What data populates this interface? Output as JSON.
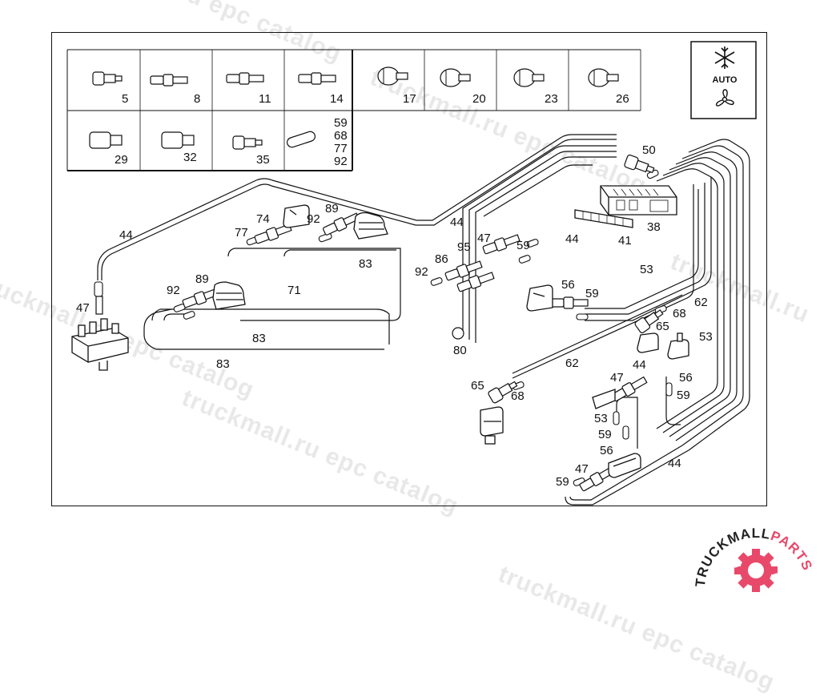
{
  "watermark": {
    "text": "truckmall.ru epc catalog",
    "short": "truckmall.ru",
    "tail": "ru epc catalog"
  },
  "logo": {
    "text_dark": "TRUCKMALL",
    "text_accent": "PARTS",
    "accent_color": "#e8496a",
    "dark_color": "#222222"
  },
  "climate_icon": {
    "label": "AUTO",
    "top_icon": "snowflake-icon",
    "bottom_icon": "fan-icon"
  },
  "legend": {
    "row1": [
      {
        "id": "5",
        "label": "5"
      },
      {
        "id": "8",
        "label": "8"
      },
      {
        "id": "11",
        "label": "11"
      },
      {
        "id": "14",
        "label": "14"
      },
      {
        "id": "17",
        "label": "17"
      },
      {
        "id": "20",
        "label": "20"
      },
      {
        "id": "23",
        "label": "23"
      },
      {
        "id": "26",
        "label": "26"
      }
    ],
    "row2": [
      {
        "id": "29",
        "label": "29"
      },
      {
        "id": "32",
        "label": "32"
      },
      {
        "id": "35",
        "label": "35"
      }
    ],
    "multi": [
      "59",
      "68",
      "77",
      "92"
    ]
  },
  "callouts": [
    {
      "id": "c50",
      "label": "50"
    },
    {
      "id": "c38",
      "label": "38"
    },
    {
      "id": "c41",
      "label": "41"
    },
    {
      "id": "c44a",
      "label": "44"
    },
    {
      "id": "c44b",
      "label": "44"
    },
    {
      "id": "c44c",
      "label": "44"
    },
    {
      "id": "c44d",
      "label": "44"
    },
    {
      "id": "c44e",
      "label": "44"
    },
    {
      "id": "c47a",
      "label": "47"
    },
    {
      "id": "c47b",
      "label": "47"
    },
    {
      "id": "c47c",
      "label": "47"
    },
    {
      "id": "c47d",
      "label": "47"
    },
    {
      "id": "c59a",
      "label": "59"
    },
    {
      "id": "c59b",
      "label": "59"
    },
    {
      "id": "c59c",
      "label": "59"
    },
    {
      "id": "c59d",
      "label": "59"
    },
    {
      "id": "c59e",
      "label": "59"
    },
    {
      "id": "c95",
      "label": "95"
    },
    {
      "id": "c86",
      "label": "86"
    },
    {
      "id": "c92a",
      "label": "92"
    },
    {
      "id": "c92b",
      "label": "92"
    },
    {
      "id": "c92c",
      "label": "92"
    },
    {
      "id": "c89a",
      "label": "89"
    },
    {
      "id": "c89b",
      "label": "89"
    },
    {
      "id": "c74",
      "label": "74"
    },
    {
      "id": "c77",
      "label": "77"
    },
    {
      "id": "c83a",
      "label": "83"
    },
    {
      "id": "c83b",
      "label": "83"
    },
    {
      "id": "c83c",
      "label": "83"
    },
    {
      "id": "c71",
      "label": "71"
    },
    {
      "id": "c80",
      "label": "80"
    },
    {
      "id": "c53a",
      "label": "53"
    },
    {
      "id": "c53b",
      "label": "53"
    },
    {
      "id": "c53c",
      "label": "53"
    },
    {
      "id": "c56a",
      "label": "56"
    },
    {
      "id": "c56b",
      "label": "56"
    },
    {
      "id": "c56c",
      "label": "56"
    },
    {
      "id": "c62a",
      "label": "62"
    },
    {
      "id": "c62b",
      "label": "62"
    },
    {
      "id": "c65a",
      "label": "65"
    },
    {
      "id": "c65b",
      "label": "65"
    },
    {
      "id": "c68a",
      "label": "68"
    },
    {
      "id": "c68b",
      "label": "68"
    }
  ]
}
